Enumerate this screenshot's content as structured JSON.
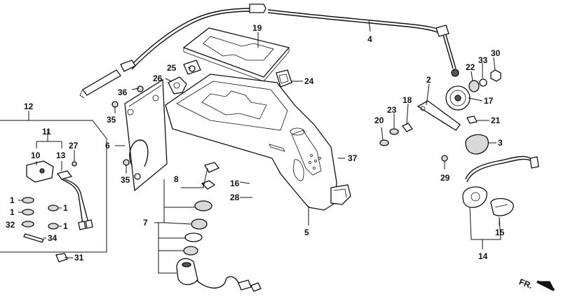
{
  "labels": {
    "p1": "1",
    "p2": "2",
    "p3": "3",
    "p4": "4",
    "p5": "5",
    "p6": "6",
    "p7": "7",
    "p8": "8",
    "p10": "10",
    "p11": "11",
    "p12": "12",
    "p13": "13",
    "p14": "14",
    "p15": "15",
    "p16": "16",
    "p17": "17",
    "p18": "18",
    "p19": "19",
    "p20": "20",
    "p21": "21",
    "p22": "22",
    "p23": "23",
    "p24": "24",
    "p25": "25",
    "p26": "26",
    "p27": "27",
    "p28": "28",
    "p29": "29",
    "p30": "30",
    "p31": "31",
    "p32": "32",
    "p33": "33",
    "p34": "34",
    "p35": "35",
    "p36": "36",
    "p37": "37"
  },
  "direction_marker": "FR."
}
